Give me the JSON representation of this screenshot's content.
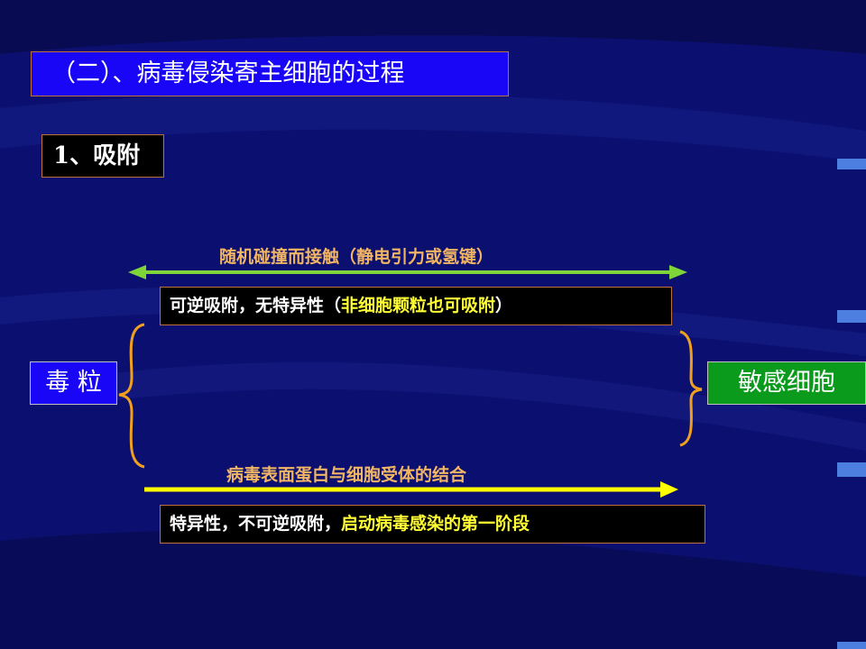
{
  "slide": {
    "title": "（二）、病毒侵染寄主细胞的过程",
    "subtitle": "1、吸附",
    "top_path": {
      "label": "随机碰撞而接触（静电引力或氢键）",
      "desc_prefix": "可逆吸附，无特异性（",
      "desc_highlight": "非细胞颗粒也可吸附",
      "desc_suffix": "）"
    },
    "bottom_path": {
      "label": "病毒表面蛋白与细胞受体的结合",
      "desc_prefix": "特异性，不可逆吸附，",
      "desc_highlight": "启动病毒感染的第一阶段"
    },
    "left_entity": "毒 粒",
    "right_entity": "敏感细胞"
  },
  "colors": {
    "background": "#0b1070",
    "title_box": "#1a06f6",
    "border": "#c0703a",
    "label_text": "#f1b563",
    "highlight_text": "#ffff33",
    "top_arrow": "#7fd43a",
    "bottom_arrow": "#ffff00",
    "brace": "#f0a020",
    "cell_box": "#0a9a1c"
  }
}
